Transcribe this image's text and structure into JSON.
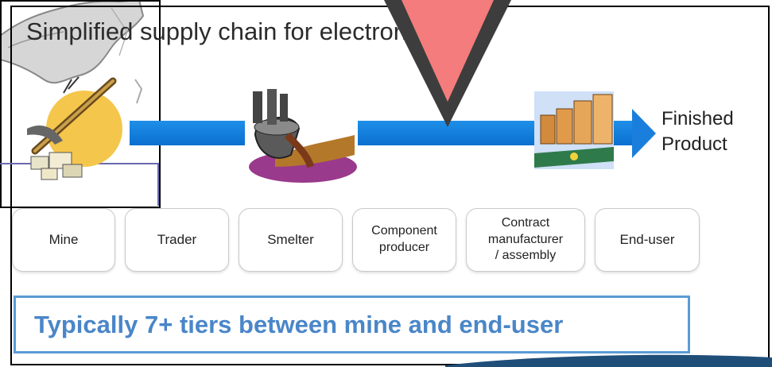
{
  "title": "Simplified supply chain for electronics",
  "stages": [
    {
      "label": "Mine"
    },
    {
      "label": "Trader"
    },
    {
      "label": "Smelter"
    },
    {
      "label": "Component\nproducer"
    },
    {
      "label": "Contract\nmanufacturer\n/ assembly"
    },
    {
      "label": "End-user"
    }
  ],
  "finished_product": "Finished\nProduct",
  "tiers_note": "Typically 7+ tiers between mine and end-user",
  "icons": [
    "mining-pickaxe-icon",
    "smelter-cauldron-icon",
    "assembly-line-icon"
  ],
  "colors": {
    "arrow": "#1a7fdc",
    "marker": "#f47c7c",
    "note_text": "#4a86c8",
    "note_border": "#5b9bd5"
  }
}
